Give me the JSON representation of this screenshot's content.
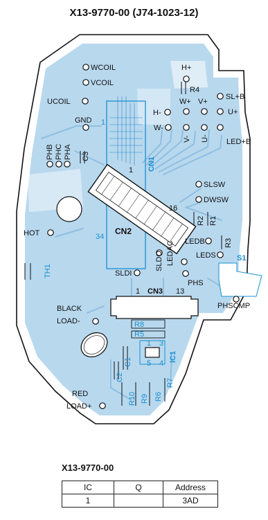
{
  "title": "X13-9770-00 (J74-1023-12)",
  "board": {
    "colors": {
      "board_fill": "#b8d8ee",
      "trace": "#8fbfe0",
      "outline": "#111111",
      "accent": "#1a8fd0"
    },
    "pads": {
      "wcoil": "WCOIL",
      "vcoil": "VCOIL",
      "ucoil": "UCOIL",
      "gnd": "GND",
      "h_plus": "H+",
      "h_minus": "H-",
      "w_plus": "W+",
      "v_plus": "V+",
      "u_plus": "U+",
      "sl_plus_b": "SL+B",
      "w_minus": "W-",
      "v_minus": "V-",
      "u_minus": "U-",
      "led_plus_b": "LED+B",
      "phb": "PHB",
      "phc": "PHC",
      "pha": "PHA",
      "slsw": "SLSW",
      "dwsw": "DWSW",
      "hot": "HOT",
      "ledb": "LEDB",
      "leds": "LEDS",
      "ledac": "LEDAC",
      "sldo": "SLDO",
      "sldi": "SLDI",
      "phs": "PHS",
      "phscmp": "PHSCMP",
      "black": "BLACK",
      "load_minus": "LOAD-",
      "red": "RED",
      "load_plus": "LOAD+"
    },
    "components": {
      "c3": "C3",
      "r4": "R4",
      "r2": "R2",
      "r1": "R1",
      "r3": "R3",
      "cn1": "CN1",
      "cn2": "CN2",
      "cn3": "CN3",
      "cn1_pin1": "1",
      "cn2_pin1": "1",
      "cn2_pin16": "16",
      "cn2_pin34": "34",
      "cn3_pin1": "1",
      "cn3_pin13": "13",
      "th1": "TH1",
      "s1": "S1",
      "r8": "R8",
      "r5": "R5",
      "ic1": "IC1",
      "ic1_pin1": "1",
      "ic1_pin3": "3",
      "ic1_pin4": "4",
      "ic1_pin5": "5",
      "c1": "C1",
      "c2": "C2",
      "r10": "R10",
      "r9": "R9",
      "r6": "R6",
      "r7": "R7"
    }
  },
  "address_table": {
    "title": "X13-9770-00",
    "headers": [
      "IC",
      "Q",
      "Address"
    ],
    "rows": [
      [
        "1",
        "",
        "3AD"
      ]
    ]
  }
}
